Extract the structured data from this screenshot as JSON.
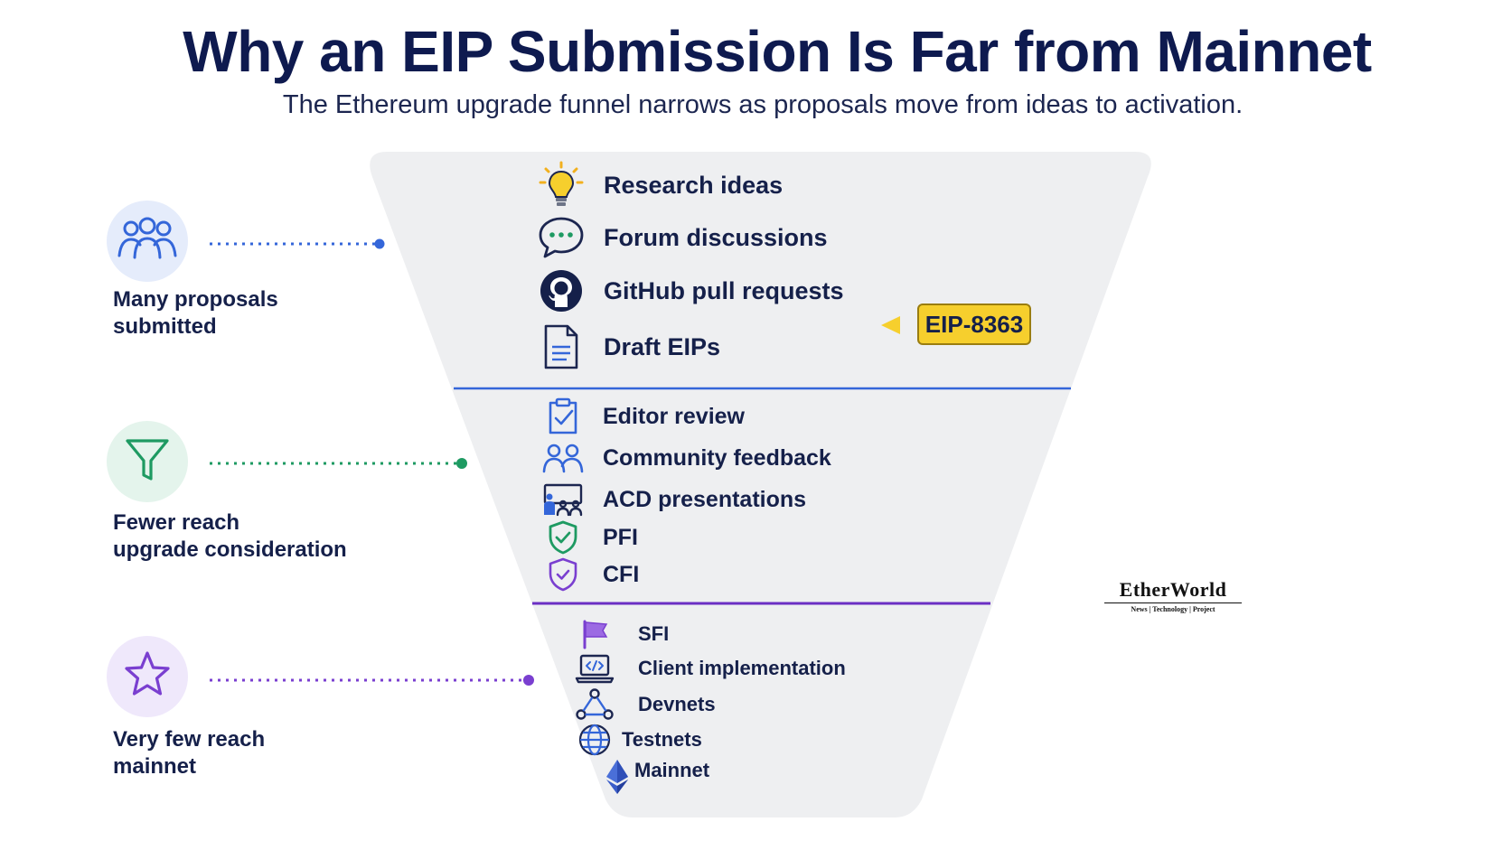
{
  "title": "Why an EIP Submission Is Far from Mainnet",
  "subtitle": "The Ethereum upgrade funnel narrows as proposals move from ideas to activation.",
  "colors": {
    "navy": "#0e1a4f",
    "blue": "#3466d9",
    "green": "#1e9a62",
    "purple": "#7a3fd0",
    "yellow": "#f6cf2d",
    "funnel": "#eeeff1"
  },
  "stages": [
    {
      "label": "Many proposals\nsubmitted",
      "icon": "people-group-icon",
      "color": "#3466d9",
      "items": [
        {
          "label": "Research ideas",
          "icon": "lightbulb-icon"
        },
        {
          "label": "Forum discussions",
          "icon": "chat-bubble-icon"
        },
        {
          "label": "GitHub pull requests",
          "icon": "github-icon"
        },
        {
          "label": "Draft EIPs",
          "icon": "document-icon"
        }
      ]
    },
    {
      "label": "Fewer reach\nupgrade consideration",
      "icon": "funnel-icon",
      "color": "#1e9a62",
      "items": [
        {
          "label": "Editor review",
          "icon": "clipboard-check-icon"
        },
        {
          "label": "Community feedback",
          "icon": "people-icon"
        },
        {
          "label": "ACD presentations",
          "icon": "presentation-icon"
        },
        {
          "label": "PFI",
          "icon": "shield-check-green-icon"
        },
        {
          "label": "CFI",
          "icon": "shield-check-purple-icon"
        }
      ]
    },
    {
      "label": "Very few reach\nmainnet",
      "icon": "star-icon",
      "color": "#7a3fd0",
      "items": [
        {
          "label": "SFI",
          "icon": "flag-icon"
        },
        {
          "label": "Client implementation",
          "icon": "laptop-code-icon"
        },
        {
          "label": "Devnets",
          "icon": "network-icon"
        },
        {
          "label": "Testnets",
          "icon": "globe-icon"
        },
        {
          "label": "Mainnet",
          "icon": "ethereum-icon"
        }
      ]
    }
  ],
  "badge": {
    "label": "EIP-8363",
    "icon": "pointer-arrow-icon"
  },
  "logo": {
    "name": "EtherWorld",
    "tagline": "News | Technology | Project"
  }
}
